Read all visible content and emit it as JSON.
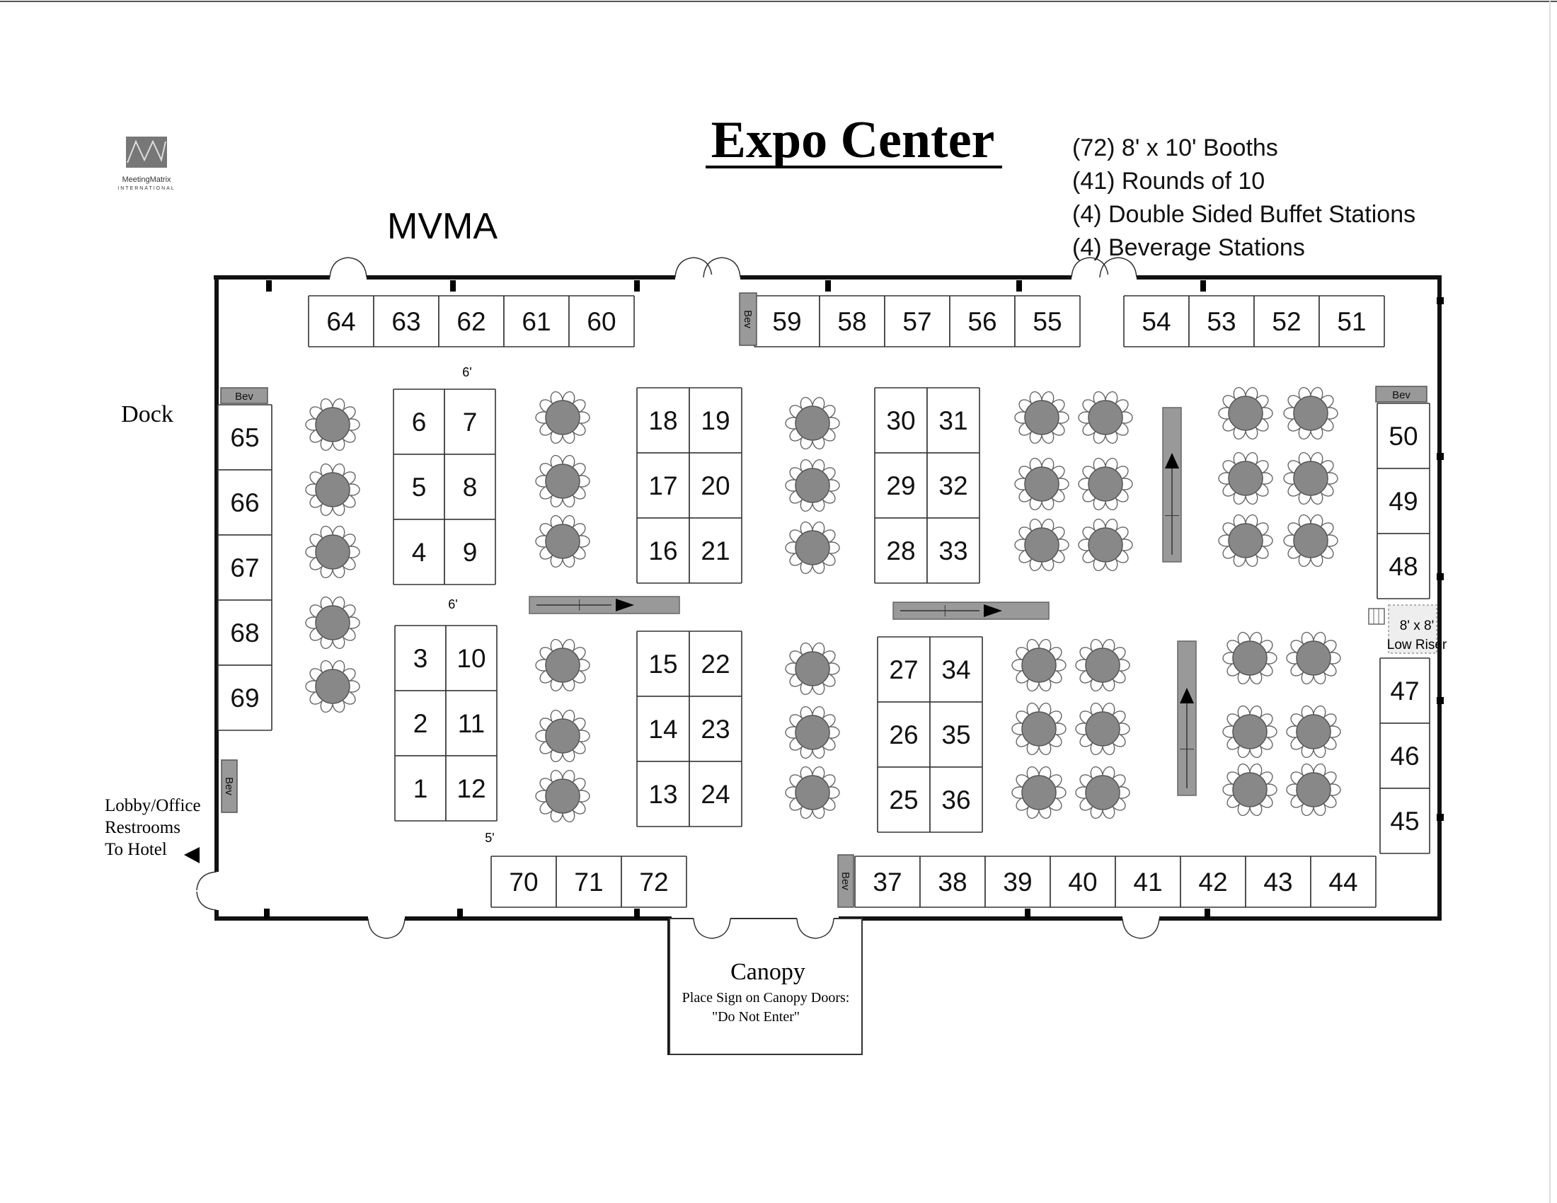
{
  "header": {
    "title": "Expo Center",
    "org_label": "MVMA",
    "logo_text": "MeetingMatrix",
    "logo_subtext": "INTERNATIONAL"
  },
  "summary": [
    "(72) 8' x 10' Booths",
    "(41) Rounds of 10",
    "(4) Double Sided Buffet Stations",
    "(4) Beverage Stations"
  ],
  "labels": {
    "dock": "Dock",
    "lobby": [
      "Lobby/Office",
      "Restrooms",
      "To Hotel"
    ],
    "canopy_title": "Canopy",
    "canopy_note": [
      "Place Sign on Canopy Doors:",
      "\"Do Not Enter\""
    ],
    "riser": [
      "8' x 8'",
      "Low Riser"
    ],
    "bev": "Bev",
    "gap_6_top": "6'",
    "gap_6_mid": "6'",
    "gap_5": "5'"
  },
  "booths": {
    "top_left": [
      "64",
      "63",
      "62",
      "61",
      "60"
    ],
    "top_mid": [
      "59",
      "58",
      "57",
      "56",
      "55"
    ],
    "top_right": [
      "54",
      "53",
      "52",
      "51"
    ],
    "left_wall": [
      "65",
      "66",
      "67",
      "68",
      "69"
    ],
    "right_wall_top": [
      "50",
      "49",
      "48"
    ],
    "right_wall_bottom": [
      "47",
      "46",
      "45"
    ],
    "bottom_left": [
      "70",
      "71",
      "72"
    ],
    "bottom_right": [
      "37",
      "38",
      "39",
      "40",
      "41",
      "42",
      "43",
      "44"
    ],
    "block_a_top": [
      [
        "6",
        "7"
      ],
      [
        "5",
        "8"
      ],
      [
        "4",
        "9"
      ]
    ],
    "block_a_bottom": [
      [
        "3",
        "10"
      ],
      [
        "2",
        "11"
      ],
      [
        "1",
        "12"
      ]
    ],
    "block_b_top": [
      [
        "18",
        "19"
      ],
      [
        "17",
        "20"
      ],
      [
        "16",
        "21"
      ]
    ],
    "block_b_bottom": [
      [
        "15",
        "22"
      ],
      [
        "14",
        "23"
      ],
      [
        "13",
        "24"
      ]
    ],
    "block_c_top": [
      [
        "30",
        "31"
      ],
      [
        "29",
        "32"
      ],
      [
        "28",
        "33"
      ]
    ],
    "block_c_bottom": [
      [
        "27",
        "34"
      ],
      [
        "26",
        "35"
      ],
      [
        "25",
        "36"
      ]
    ]
  }
}
